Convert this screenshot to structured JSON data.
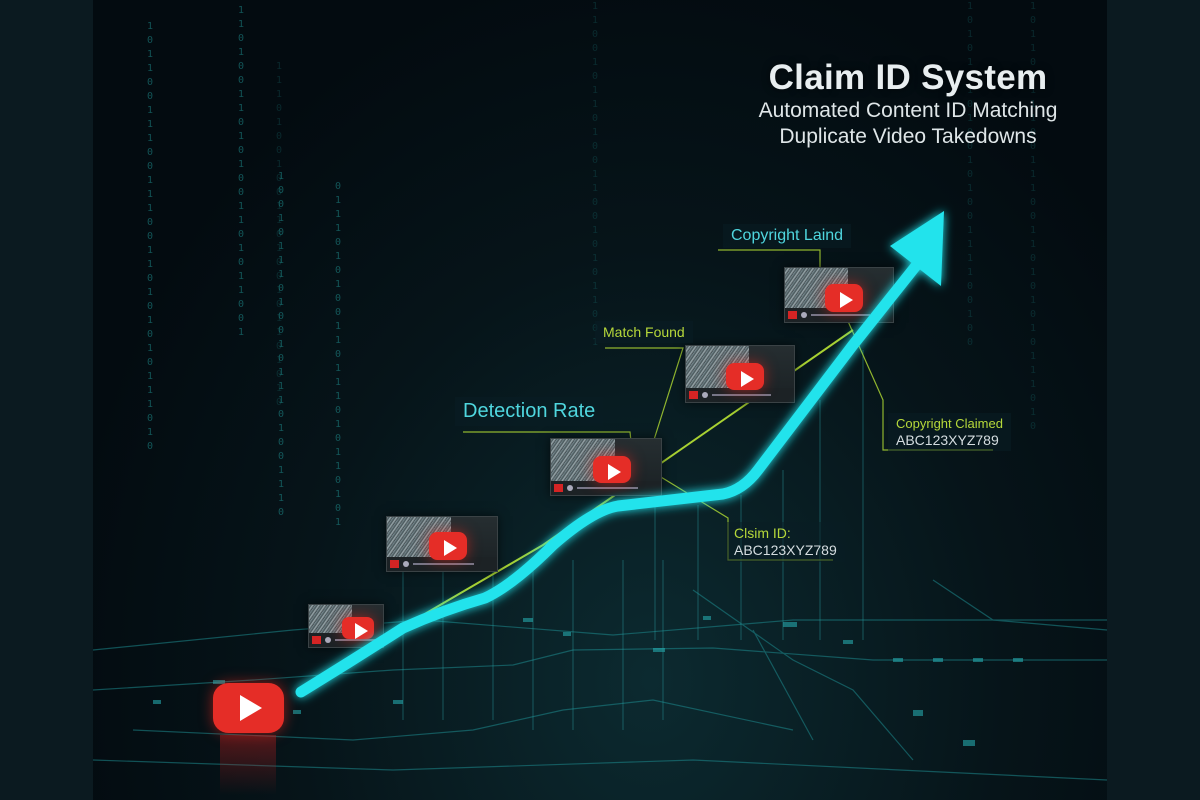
{
  "header": {
    "title": "Claim ID System",
    "subtitle_lines": [
      "Automated Content ID Matching",
      "Duplicate Video Takedowns"
    ]
  },
  "labels": {
    "copyright_laind": "Copyright Laind",
    "match_found": "Match Found",
    "detection_rate": "Detection Rate",
    "copyright_claimed": {
      "title": "Copyright Claimed",
      "id": "ABC123XYZ789"
    },
    "claim_id": {
      "title": "Clsim ID:",
      "id": "ABC123XYZ789"
    }
  },
  "icons": {
    "main": "youtube-play-icon",
    "thumbnails": "video-thumbnail-with-youtube-play-icon"
  },
  "colors": {
    "arrow": "#22e3ec",
    "connector": "#a8d132",
    "label_cyan": "#4fd6de",
    "label_green": "#b6d83a",
    "youtube_red": "#e52d27",
    "background": "#030b10",
    "sidebar": "#0b1a20"
  },
  "matrix": {
    "columns": [
      "1011001110011100110101010111010",
      "0110100110101001101011001",
      "1110100100110100101101010",
      "1001011101001011101001110",
      "0111010100110111010110101",
      "1100101101001100101011001",
      "1010111010010100111100100"
    ]
  }
}
